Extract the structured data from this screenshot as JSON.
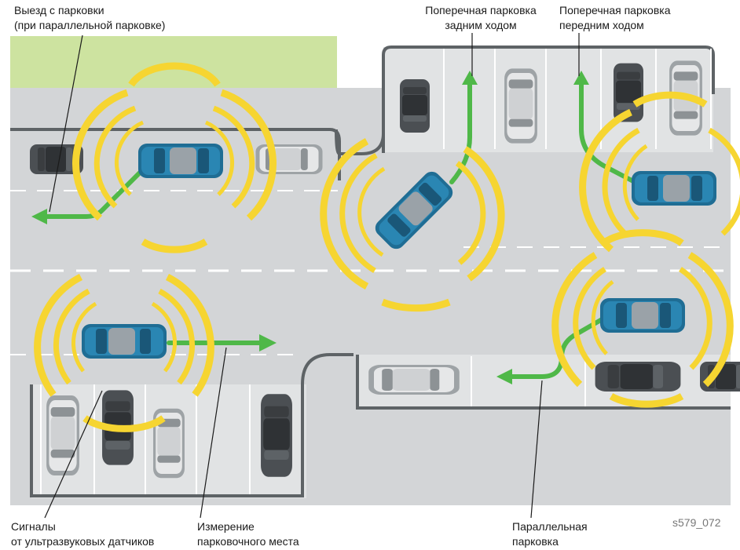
{
  "labels": {
    "exit_parking": {
      "line1": "Выезд с парковки",
      "line2": "(при параллельной парковке)"
    },
    "reverse_perpendicular": {
      "line1": "Поперечная парковка",
      "line2": "задним ходом"
    },
    "forward_perpendicular": {
      "line1": "Поперечная парковка",
      "line2": "передним ходом"
    },
    "ultrasonic_signals": {
      "line1": "Сигналы",
      "line2": "от ультразвуковых датчиков"
    },
    "space_measurement": {
      "line1": "Измерение",
      "line2": "парковочного места"
    },
    "parallel_parking": {
      "line1": "Параллельная",
      "line2": "парковка"
    }
  },
  "figure_code": "s579_072",
  "colors": {
    "road": "#cfd2d4",
    "lot": "#e3e5e6",
    "grass": "#cde3a0",
    "curb": "#5e6366",
    "sensor_wave": "#f6d531",
    "path_arrow": "#4fb848",
    "active_car": "#1f6d94",
    "parked_dark": "#4a4e52",
    "parked_light": "#e4e5e6"
  },
  "icons": [
    "active-car-icon",
    "parked-car-icon",
    "ultrasonic-wave-icon",
    "path-arrow-icon"
  ]
}
